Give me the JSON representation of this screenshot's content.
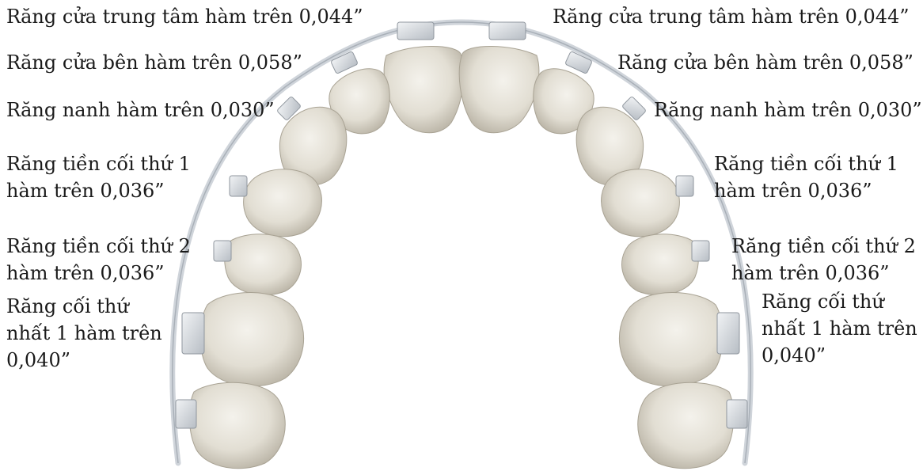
{
  "colors": {
    "background": "#ffffff",
    "text": "#1a1a1a",
    "tooth_fill": "#e4e1d8",
    "tooth_shade": "#bdb8ab",
    "wire": "#c9ced4",
    "bracket": "#d7dbe0"
  },
  "labels": {
    "upper_central_incisor": "Răng cửa trung tâm hàm trên 0,044”",
    "upper_lateral_incisor": "Răng cửa bên hàm trên 0,058”",
    "upper_canine": "Răng nanh hàm trên 0,030”",
    "upper_first_premolar": [
      "Răng tiền cối thứ 1",
      "hàm trên 0,036”"
    ],
    "upper_second_premolar": [
      "Răng tiền cối thứ 2",
      "hàm trên 0,036”"
    ],
    "upper_first_molar": [
      "Răng cối thứ",
      "nhất 1 hàm trên",
      "0,040”"
    ]
  }
}
